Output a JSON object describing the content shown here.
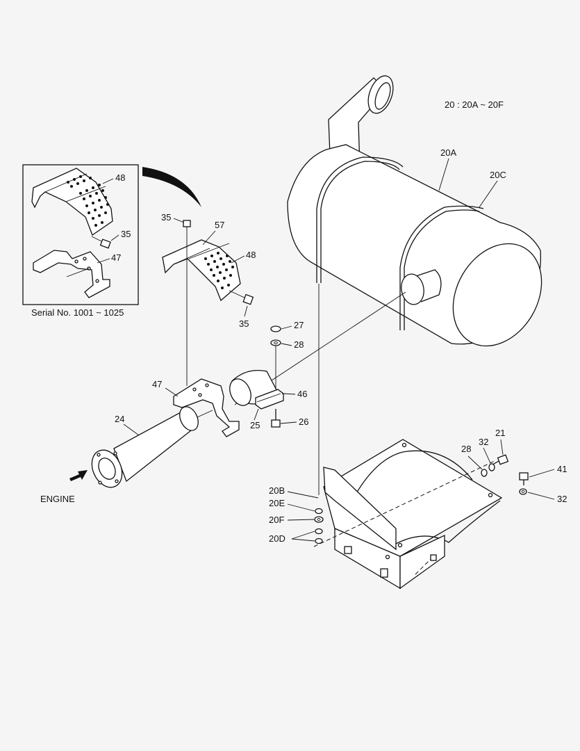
{
  "note": "20 : 20A ~ 20F",
  "inset": {
    "caption": "Serial No. 1001 ~ 1025",
    "labels": {
      "cover": "48",
      "bolt": "35",
      "bracket": "47"
    }
  },
  "labels": {
    "p35_top": "35",
    "p57": "57",
    "p48": "48",
    "p35_bottom": "35",
    "p27": "27",
    "p28_clamp": "28",
    "p47": "47",
    "p46": "46",
    "p24": "24",
    "p25": "25",
    "p26": "26",
    "p20A": "20A",
    "p20C": "20C",
    "p21": "21",
    "p32_top": "32",
    "p28_right": "28",
    "p41": "41",
    "p32_right": "32",
    "p20B": "20B",
    "p20E": "20E",
    "p20F": "20F",
    "p20D": "20D"
  },
  "engine_label": "ENGINE"
}
